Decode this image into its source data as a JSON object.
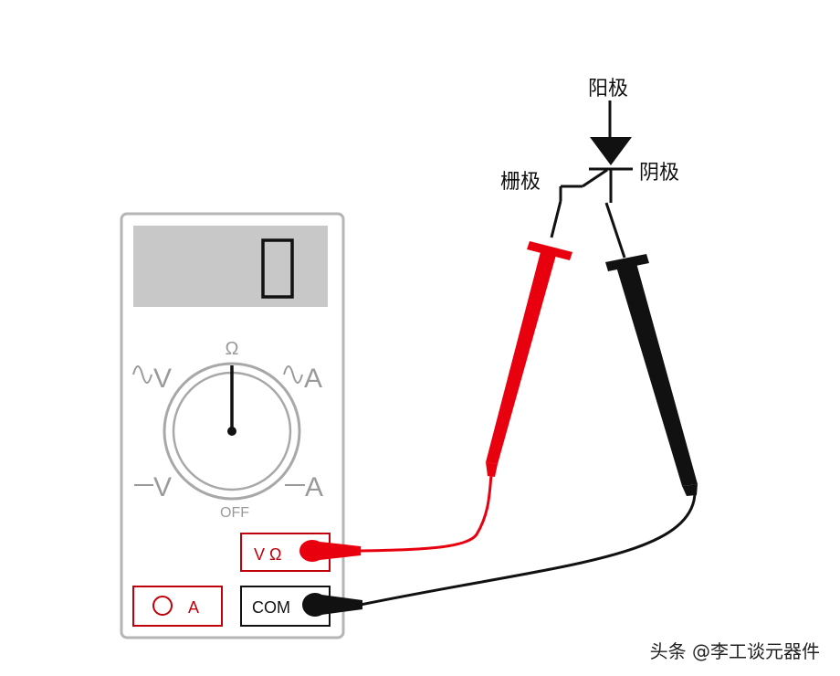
{
  "labels": {
    "anode": "阳极",
    "cathode": "阴极",
    "gate": "栅极"
  },
  "meter": {
    "display_digit": "0",
    "dial": {
      "top": "Ω",
      "ac_v": "V",
      "ac_a": "A",
      "dc_v": "V",
      "dc_a": "A",
      "off": "OFF"
    },
    "ports": {
      "v_ohm": "V Ω",
      "a": "A",
      "com": "COM"
    }
  },
  "probes": {
    "red_color": "#e8000f",
    "black_color": "#111111"
  },
  "watermark": "头条 @李工谈元器件"
}
